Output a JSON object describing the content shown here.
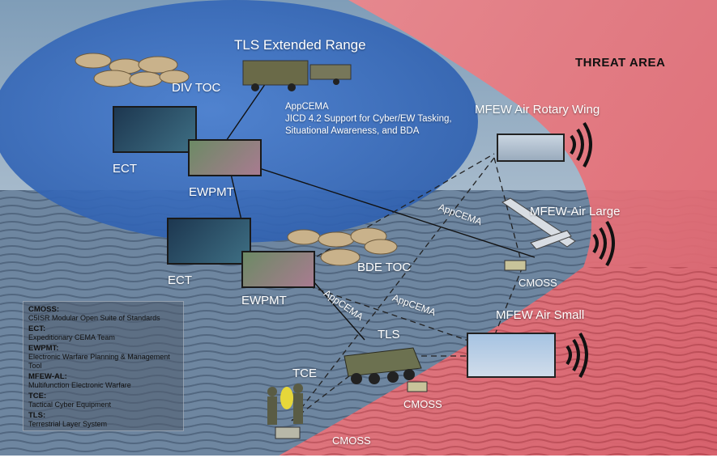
{
  "threat_area": "THREAT AREA",
  "nodes": {
    "tls_extended_range": "TLS Extended Range",
    "div_toc": "DIV TOC",
    "ect_top": "ECT",
    "ewpmt_top": "EWPMT",
    "ect_bottom": "ECT",
    "ewpmt_bottom": "EWPMT",
    "bde_toc": "BDE TOC",
    "tls": "TLS",
    "tce": "TCE",
    "cmoss_right": "CMOSS",
    "cmoss_mid": "CMOSS",
    "cmoss_bottom": "CMOSS",
    "mfew_rotary": "MFEW Air Rotary Wing",
    "mfew_large": "MFEW-Air Large",
    "mfew_small": "MFEW Air Small"
  },
  "description": [
    "AppCEMA",
    "JICD 4.2 Support for Cyber/EW Tasking,",
    "Situational Awareness, and BDA"
  ],
  "links": {
    "appcema_1": "AppCEMA",
    "appcema_2": "AppCEMA",
    "appcema_3": "AppCEMA"
  },
  "legend": [
    {
      "term": "CMOSS:",
      "def": "C5ISR Modular Open Suite of Standards"
    },
    {
      "term": "ECT:",
      "def": "Expeditionary CEMA Team"
    },
    {
      "term": "EWPMT:",
      "def": "Electronic Warfare Planning & Management Tool"
    },
    {
      "term": "MFEW-AL:",
      "def": "Multifunction Electronic Warfare"
    },
    {
      "term": "TCE:",
      "def": "Tactical Cyber Equipment"
    },
    {
      "term": "TLS:",
      "def": "Terrestrial Layer System"
    }
  ],
  "colors": {
    "friendly": "#3f6fc0",
    "threat": "#e8646e",
    "ground": "#5c7590"
  }
}
